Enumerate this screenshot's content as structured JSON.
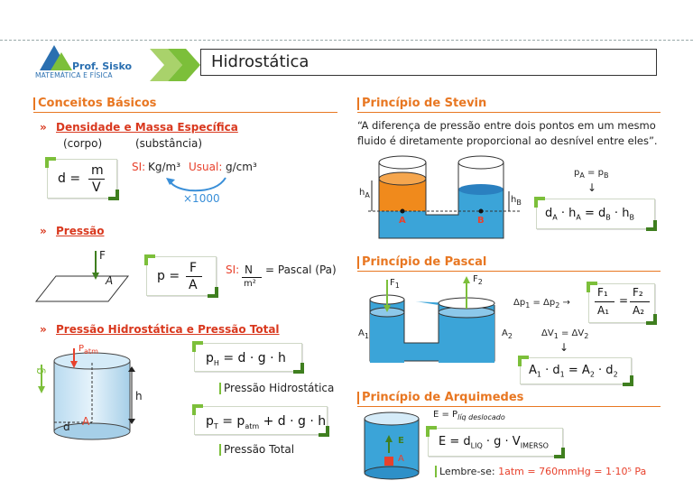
{
  "header": {
    "title": "Hidrostática",
    "logo_name": "Prof. Sisko",
    "logo_subtitle": "MATEMÁTICA E FÍSICA"
  },
  "conceitos": {
    "heading": "Conceitos Básicos",
    "bullet": "»",
    "densidade": {
      "title": "Densidade e Massa Específica",
      "label_corpo": "(corpo)",
      "label_substancia": "(substância)",
      "formula_lhs": "d =",
      "formula_num": "m",
      "formula_den": "V",
      "si_label": "SI:",
      "si_value": "Kg/m³",
      "usual_label": "Usual:",
      "usual_value": "g/cm³",
      "factor": "×1000"
    },
    "pressao": {
      "title": "Pressão",
      "force_label": "F",
      "area_label": "A",
      "formula_lhs": "p =",
      "formula_num": "F",
      "formula_den": "A",
      "si_label": "SI:",
      "si_num": "N",
      "si_den": "m²",
      "si_rest": "= Pascal (Pa)"
    },
    "hidro": {
      "title": "Pressão Hidrostática e Pressão Total",
      "patm_label": "atm",
      "g_label": "g",
      "h_label": "h",
      "d_label": "d",
      "a_label": "A",
      "formula1": "= d · g · h",
      "formula1_caption": "Pressão Hidrostática",
      "formula2": "+ d · g · h",
      "formula2_caption": "Pressão Total"
    }
  },
  "stevin": {
    "heading": "Princípio de Stevin",
    "quote_line1": "“A diferença de pressão entre dois pontos em um mesmo",
    "quote_line2": "fluido é diretamente proporcional ao desnível entre eles”.",
    "hA": "h",
    "hB": "h",
    "pointA": "A",
    "pointB": "B",
    "eq_top": "=",
    "formula": "= d",
    "arrow": "↓"
  },
  "pascal": {
    "heading": "Princípio de Pascal",
    "F1": "F",
    "F2": "F",
    "A1": "A",
    "A2": "A",
    "eq1": "= Δp",
    "eq2": "= ΔV",
    "fraction_num1": "F₁",
    "fraction_den1": "A₁",
    "fraction_num2": "F₂",
    "fraction_den2": "A₂",
    "arrow_right": "→",
    "arrow_down": "↓"
  },
  "arquimedes": {
    "heading": "Princípio de Arquimedes",
    "e_eq": "E = P",
    "e_sub": "líq deslocado",
    "formula": "E = d",
    "e_label": "E",
    "a_label": "A",
    "remember": "Lembre-se:",
    "remember_value": "1atm = 760mmHg = 1·10⁵ Pa"
  },
  "colors": {
    "accent_orange": "#e87722",
    "accent_red": "#d9381e",
    "green_light": "#7cbf3a",
    "green_dark": "#3f7f1f",
    "water_blue": "#3ba4d8",
    "oil_orange": "#f08a1c"
  }
}
